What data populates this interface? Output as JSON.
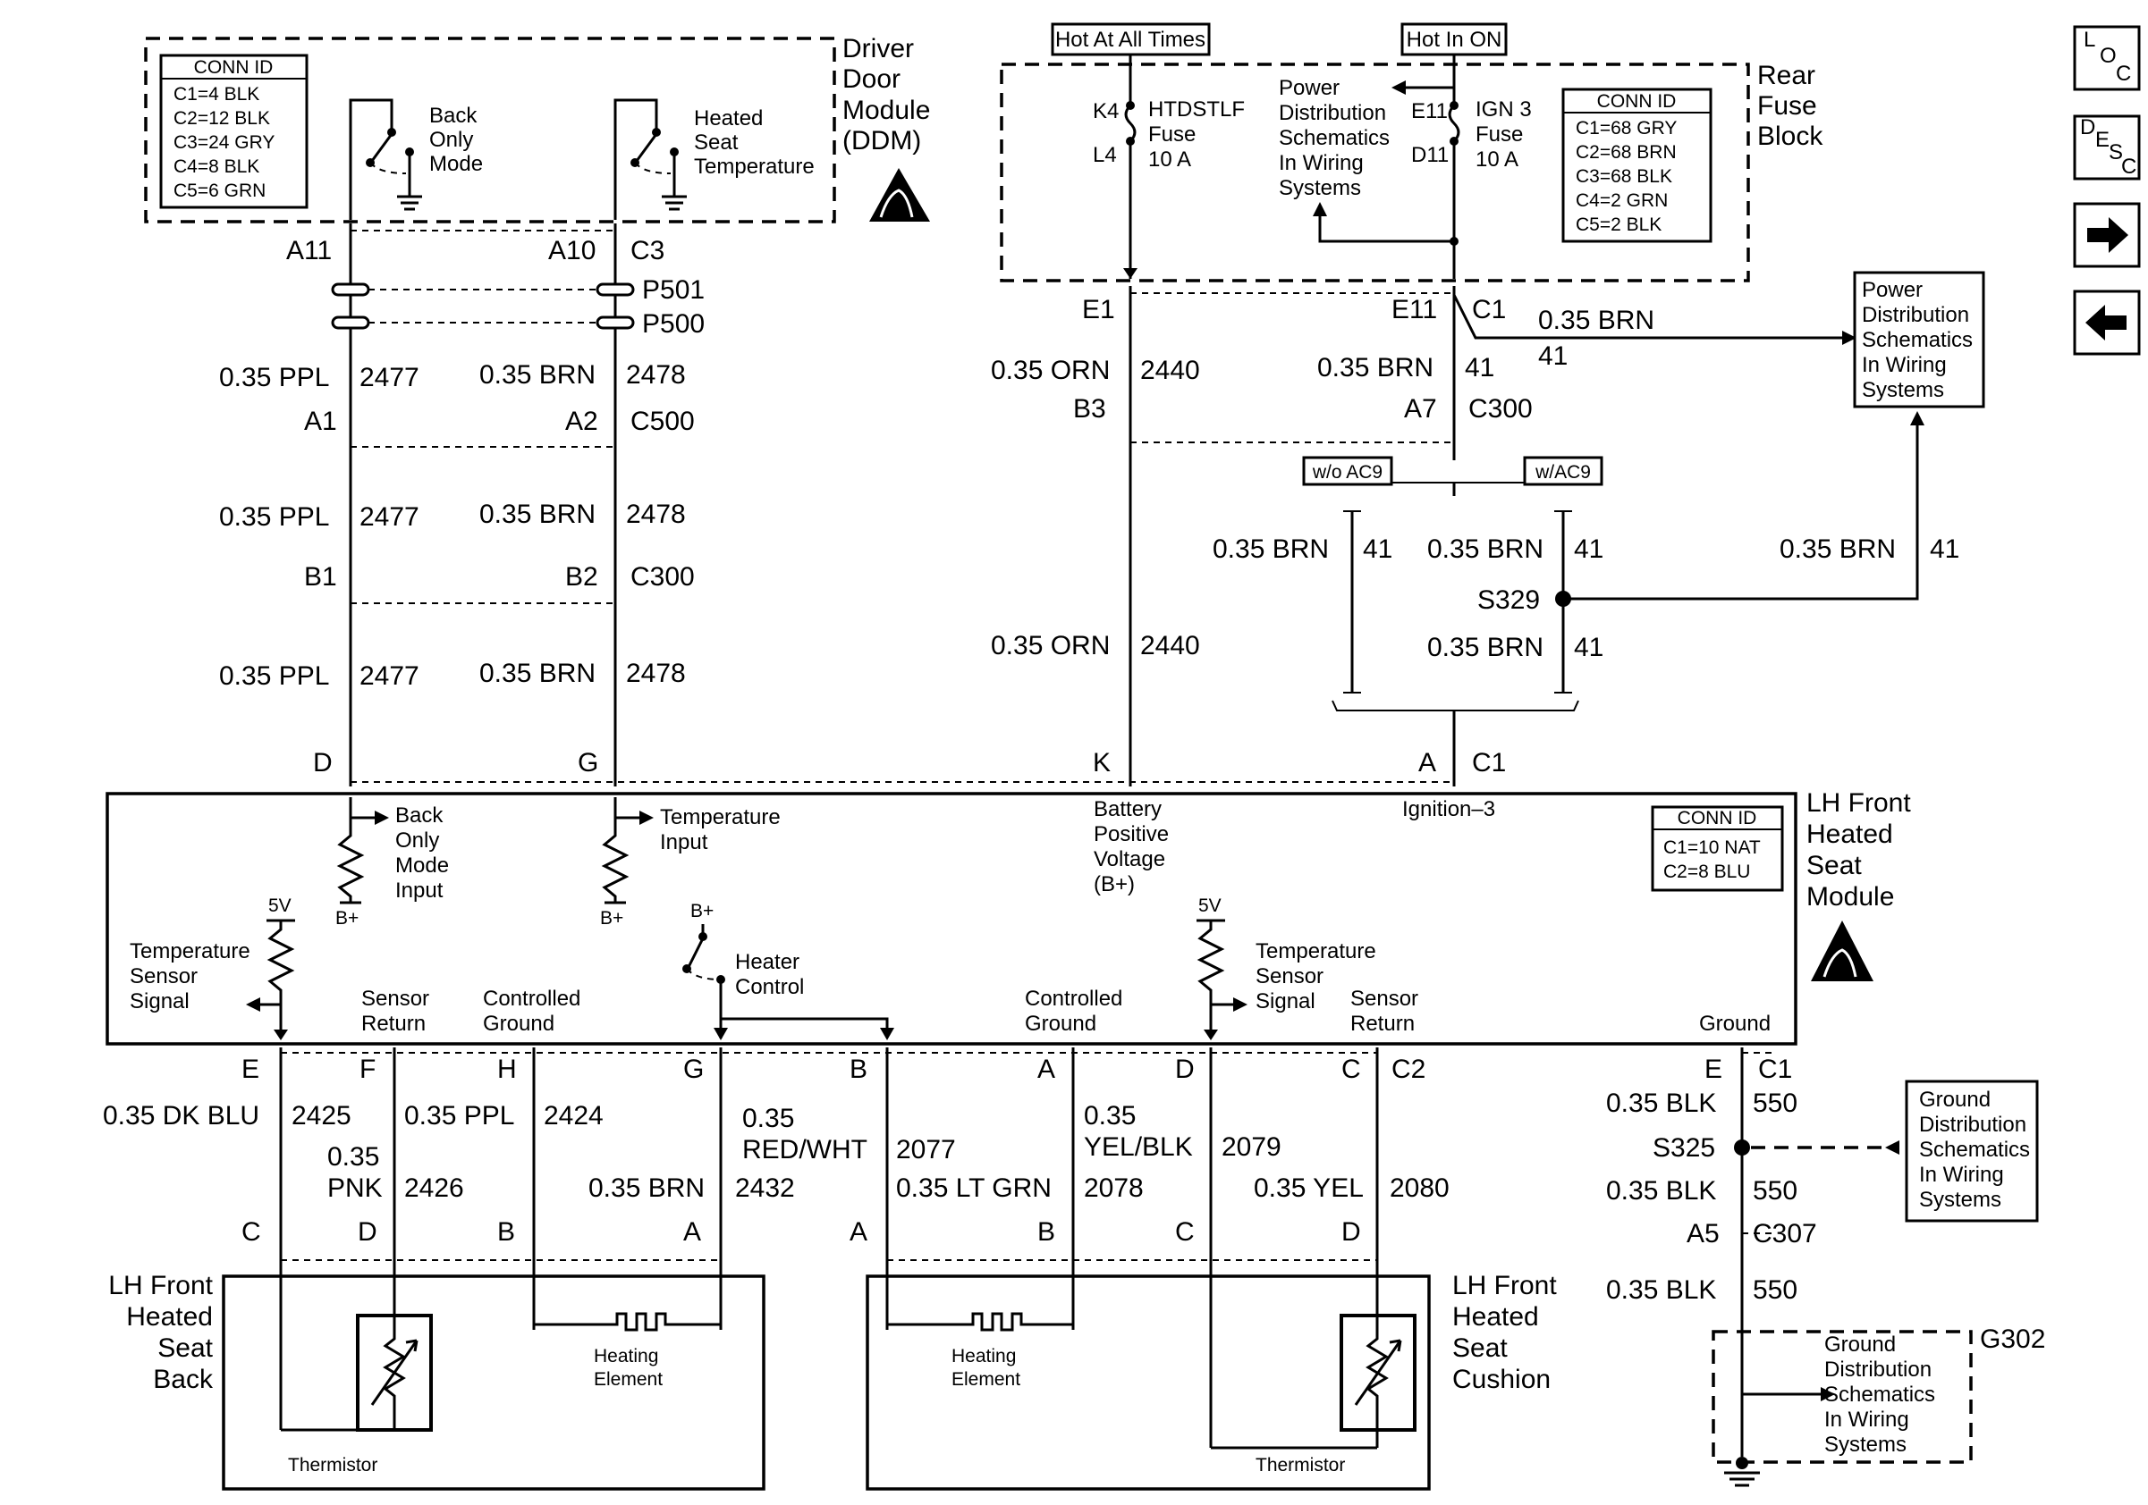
{
  "ddm": {
    "title": [
      "Driver",
      "Door",
      "Module",
      "(DDM)"
    ],
    "conn_id": {
      "header": "CONN ID",
      "lines": [
        "C1=4 BLK",
        "C2=12 BLK",
        "C3=24 GRY",
        "C4=8 BLK",
        "C5=6 GRN"
      ]
    },
    "switch1": [
      "Back",
      "Only",
      "Mode"
    ],
    "switch2": [
      "Heated",
      "Seat",
      "Temperature"
    ]
  },
  "rfb": {
    "title": [
      "Rear",
      "Fuse",
      "Block"
    ],
    "hot_at_all_times": "Hot At All Times",
    "hot_in_on": "Hot In ON",
    "fuse1": [
      "HTDSTLF",
      "Fuse",
      "10 A"
    ],
    "fuse1_pins": [
      "K4",
      "L4"
    ],
    "fuse2": [
      "IGN 3",
      "Fuse",
      "10 A"
    ],
    "fuse2_pins": [
      "E11",
      "D11"
    ],
    "pds": [
      "Power",
      "Distribution",
      "Schematics",
      "In Wiring",
      "Systems"
    ],
    "conn_id": {
      "header": "CONN ID",
      "lines": [
        "C1=68 GRY",
        "C2=68 BRN",
        "C3=68 BLK",
        "C4=2 GRN",
        "C5=2 BLK"
      ]
    }
  },
  "pds_right": [
    "Power",
    "Distribution",
    "Schematics",
    "In Wiring",
    "Systems"
  ],
  "labels": {
    "A11": "A11",
    "A10": "A10",
    "C3": "C3",
    "P501": "P501",
    "P500": "P500",
    "A1": "A1",
    "A2": "A2",
    "C500": "C500",
    "B1": "B1",
    "B2": "B2",
    "C300": "C300",
    "D": "D",
    "G": "G",
    "K": "K",
    "A": "A",
    "C1": "C1",
    "E1": "E1",
    "E11": "E11",
    "B3": "B3",
    "A7": "A7",
    "wo_ac9": "w/o AC9",
    "w_ac9": "w/AC9",
    "S329": "S329",
    "S325": "S325",
    "A5": "A5",
    "C307": "C307",
    "G302": "G302",
    "C2": "C2"
  },
  "wires": {
    "ppl": "0.35 PPL",
    "n2477": "2477",
    "brn": "0.35 BRN",
    "n2478": "2478",
    "orn": "0.35 ORN",
    "n2440": "2440",
    "n41": "41",
    "dkblu": "0.35 DK BLU",
    "n2425": "2425",
    "pnk1": "0.35",
    "pnk2": "PNK",
    "n2426": "2426",
    "n2424": "2424",
    "n2432": "2432",
    "redwht1": "0.35",
    "redwht2": "RED/WHT",
    "n2077": "2077",
    "ltgrn": "0.35 LT GRN",
    "n2078": "2078",
    "yelblk1": "0.35",
    "yelblk2": "YEL/BLK",
    "n2079": "2079",
    "yel": "0.35 YEL",
    "n2080": "2080",
    "blk": "0.35 BLK",
    "n550": "550"
  },
  "module": {
    "title": [
      "LH Front",
      "Heated",
      "Seat",
      "Module"
    ],
    "conn_id": {
      "header": "CONN ID",
      "lines": [
        "C1=10 NAT",
        "C2=8 BLU"
      ]
    },
    "back_only": [
      "Back",
      "Only",
      "Mode",
      "Input"
    ],
    "temp_input": [
      "Temperature",
      "Input"
    ],
    "bplus": "B+",
    "battery": [
      "Battery",
      "Positive",
      "Voltage",
      "(B+)"
    ],
    "ignition": "Ignition–3",
    "v5": "5V",
    "temp_sensor": [
      "Temperature",
      "Sensor",
      "Signal"
    ],
    "sensor_return": [
      "Sensor",
      "Return"
    ],
    "controlled_ground": [
      "Controlled",
      "Ground"
    ],
    "heater_control": [
      "Heater",
      "Control"
    ],
    "ground": "Ground",
    "pins_left": [
      "E",
      "F",
      "H",
      "G",
      "B",
      "A",
      "D",
      "C"
    ],
    "pins_bottom": [
      "C",
      "D",
      "B",
      "A",
      "A",
      "B",
      "C",
      "D"
    ]
  },
  "seat_back": {
    "title": [
      "LH Front",
      "Heated",
      "Seat",
      "Back"
    ],
    "heating": [
      "Heating",
      "Element"
    ],
    "thermistor": "Thermistor"
  },
  "seat_cushion": {
    "title": [
      "LH Front",
      "Heated",
      "Seat",
      "Cushion"
    ],
    "heating": [
      "Heating",
      "Element"
    ],
    "thermistor": "Thermistor"
  },
  "ground_dist1": [
    "Ground",
    "Distribution",
    "Schematics",
    "In Wiring",
    "Systems"
  ],
  "ground_dist2": [
    "Ground",
    "Distribution",
    "Schematics",
    "In Wiring",
    "Systems"
  ],
  "nav": {
    "loc": [
      "L",
      "O",
      "C"
    ],
    "desc": [
      "D",
      "E",
      "S",
      "C"
    ],
    "next": "next-arrow-icon",
    "prev": "prev-arrow-icon"
  }
}
